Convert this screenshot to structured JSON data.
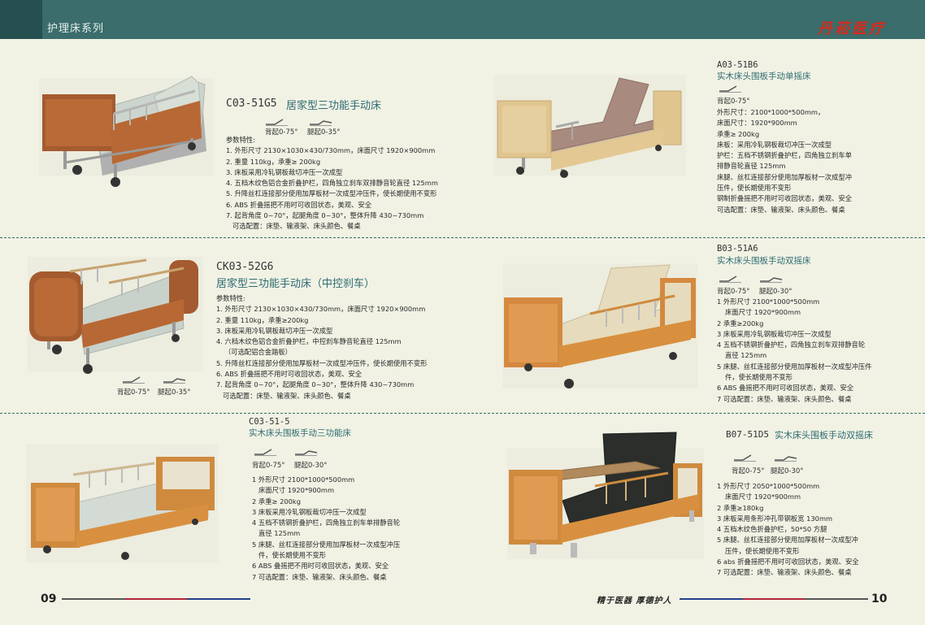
{
  "header": {
    "section": "护理床系列",
    "brand": "丹菘医疗"
  },
  "footer": {
    "page_left": "09",
    "page_right": "10",
    "slogan": "精于医器 厚德护人"
  },
  "products": [
    {
      "model": "C03-51G5",
      "name": "居家型三功能手动床",
      "angles": [
        "背起0-75°",
        "腿起0-35°"
      ],
      "spec_heading": "参数特性:",
      "specs": [
        "1. 外形尺寸 2130×1030×430/730mm，床面尺寸 1920×900mm",
        "2. 重量 110kg，承重≥ 200kg",
        "3. 床板采用冷轧钢板裁切冲压一次成型",
        "4. 五档木纹色铝合金折叠护栏，四角独立刹车双排静音轮直径 125mm",
        "5. 升降丝杠连接部分使用加厚板材一次成型冲压件，使长期使用不变形",
        "6. ABS 折叠摇把不用时可收回状态，美观、安全",
        "7. 起背角度 0~70°，起腿角度 0~30°，整体升降 430~730mm",
        "可选配置：床垫、输液架、床头颜色、餐桌"
      ]
    },
    {
      "model": "A03-51B6",
      "name": "实木床头围板手动单摇床",
      "angles": [
        "背起0-75°"
      ],
      "specs": [
        "外形尺寸：2100*1000*500mm，",
        "床面尺寸：1920*900mm",
        "承重≥ 200kg",
        "床板：采用冷轧钢板裁切冲压一次成型",
        "护栏：五档不锈钢折叠护栏，四角独立刹车单",
        "排静音轮直径 125mm",
        "床腿、丝杠连接部分使用加厚板材一次成型冲",
        "压件，使长期使用不变形",
        "钢制折叠摇把不用时可收回状态，美观、安全",
        "可选配置：床垫、输液架、床头颜色、餐桌"
      ]
    },
    {
      "model": "CK03-52G6",
      "name": "居家型三功能手动床（中控刹车）",
      "angles": [
        "背起0-75°",
        "腿起0-35°"
      ],
      "spec_heading": "参数特性:",
      "specs": [
        "1. 外形尺寸 2130×1030×430/730mm，床面尺寸 1920×900mm",
        "2. 重量 110kg，承重≥200kg",
        "3. 床板采用冷轧钢板裁切冲压一次成型",
        "4. 六档木纹色铝合金折叠护栏，中控刹车静音轮直径 125mm",
        "（可选配铝合金踏板）",
        "5. 升降丝杠连接部分使用加厚板材一次成型冲压件，使长期使用不变形",
        "6. ABS 折叠摇把不用时可收回状态，美观、安全",
        "7. 起背角度 0~70°，起腿角度 0~30°，整体升降 430~730mm",
        "可选配置：床垫、输液架、床头颜色、餐桌"
      ]
    },
    {
      "model": "B03-51A6",
      "name": "实木床头围板手动双摇床",
      "angles": [
        "背起0-75°",
        "腿起0-30°"
      ],
      "specs": [
        "1 外形尺寸 2100*1000*500mm",
        "床面尺寸 1920*900mm",
        "2 承重≥200kg",
        "3 床板采用冷轧钢板裁切冲压一次成型",
        "4 五档不锈钢折叠护栏，四角独立刹车双排静音轮",
        "直径 125mm",
        "5 床腿、丝杠连接部分使用加厚板材一次成型冲压件",
        "件，使长期使用不变形",
        "6 ABS 叠摇把不用时可收回状态，美观、安全",
        "7 可选配置：床垫、输液架、床头颜色、餐桌"
      ]
    },
    {
      "model": "C03-51-5",
      "name": "实木床头围板手动三功能床",
      "angles": [
        "背起0-75°",
        "腿起0-30°"
      ],
      "specs": [
        "1 外形尺寸 2100*1000*500mm",
        "床面尺寸 1920*900mm",
        "2 承重≥ 200kg",
        "3 床板采用冷轧钢板裁切冲压一次成型",
        "4 五档不锈钢折叠护栏，四角独立刹车单排静音轮",
        "直径 125mm",
        "5 床腿、丝杠连接部分使用加厚板材一次成型冲压",
        "件，使长期使用不变形",
        "6 ABS 叠摇把不用时可收回状态，美观、安全",
        "7 可选配置：床垫、输液架、床头颜色、餐桌"
      ]
    },
    {
      "model": "B07-51D5",
      "name": "实木床头围板手动双摇床",
      "angles": [
        "背起0-75°",
        "腿起0-30°"
      ],
      "specs": [
        "1 外形尺寸 2050*1000*500mm",
        "床面尺寸 1920*900mm",
        "2 承重≥180kg",
        "3 床板采用条形冲孔带钢板宽 130mm",
        "4 五档木纹色折叠护栏，50*50 方腿",
        "5 床腿、丝杠连接部分使用加厚板材一次成型冲",
        "压件，使长期使用不变形",
        "6 abs 折叠摇把不用时可收回状态，美观、安全",
        "7 可选配置：床垫、输液架、床头颜色、餐桌"
      ]
    }
  ]
}
